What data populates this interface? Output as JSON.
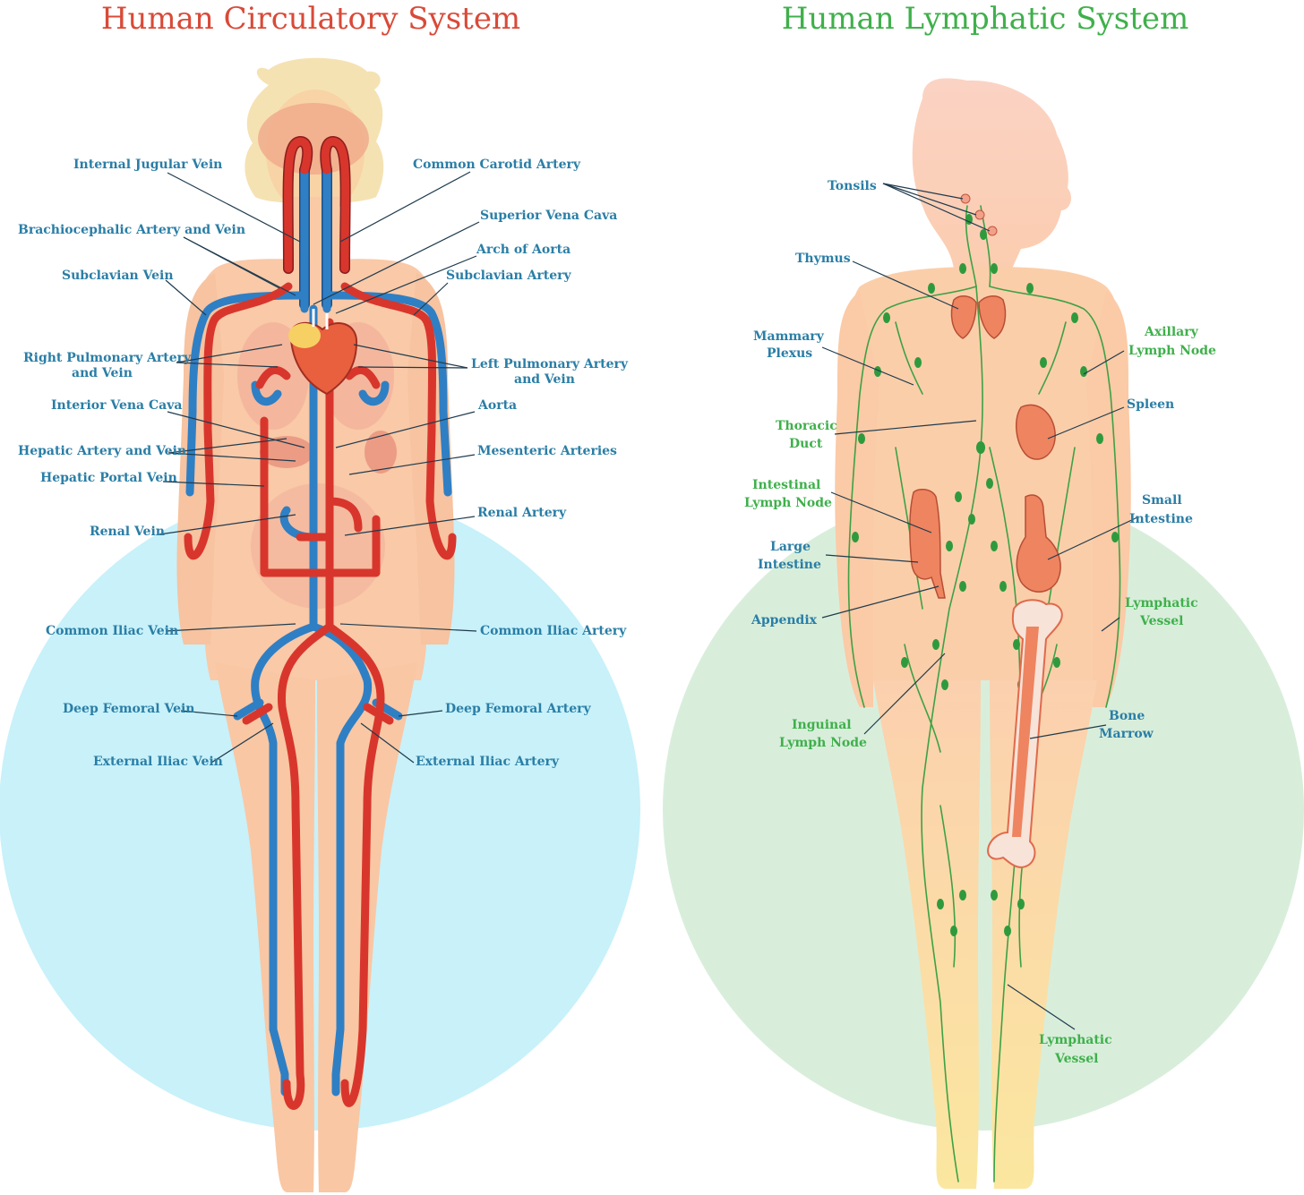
{
  "titles": {
    "circulatory": "Human Circulatory System",
    "lymphatic": "Human Lymphatic System"
  },
  "colors": {
    "circulatory_title": "#d94a38",
    "lymphatic_title": "#3fb04b",
    "label_blue": "#2a7ea6",
    "label_green": "#3fb04b",
    "vein": "#2f7fc4",
    "artery": "#d8362c",
    "lymph": "#3da145",
    "left_circle": "#c8f1fa",
    "right_circle": "#d8eedb",
    "skin": "#f9c9a8"
  },
  "circulatory_labels": {
    "internal_jugular_vein": "Internal Jugular Vein",
    "common_carotid_artery": "Common Carotid Artery",
    "brachiocephalic": "Brachiocephalic Artery and Vein",
    "superior_vena_cava": "Superior Vena Cava",
    "arch_of_aorta": "Arch of Aorta",
    "subclavian_vein": "Subclavian Vein",
    "subclavian_artery": "Subclavian Artery",
    "right_pulmonary_1": "Right Pulmonary Artery",
    "right_pulmonary_2": "and Vein",
    "left_pulmonary_1": "Left Pulmonary Artery",
    "left_pulmonary_2": "and Vein",
    "interior_vena_cava": "Interior Vena Cava",
    "aorta": "Aorta",
    "hepatic_artery_vein": "Hepatic Artery and Vein",
    "mesenteric_arteries": "Mesenteric Arteries",
    "hepatic_portal_vein": "Hepatic Portal Vein",
    "renal_vein": "Renal Vein",
    "renal_artery": "Renal Artery",
    "common_iliac_vein": "Common Iliac Vein",
    "common_iliac_artery": "Common Iliac Artery",
    "deep_femoral_vein": "Deep Femoral Vein",
    "deep_femoral_artery": "Deep Femoral Artery",
    "external_iliac_vein": "External Iliac Vein",
    "external_iliac_artery": "External Iliac Artery"
  },
  "lymphatic_labels": {
    "tonsils": "Tonsils",
    "thymus": "Thymus",
    "mammary_1": "Mammary",
    "mammary_2": "Plexus",
    "axillary_1": "Axillary",
    "axillary_2": "Lymph Node",
    "thoracic_1": "Thoracic",
    "thoracic_2": "Duct",
    "spleen": "Spleen",
    "intestinal_1": "Intestinal",
    "intestinal_2": "Lymph Node",
    "small_intestine_1": "Small",
    "small_intestine_2": "Intestine",
    "large_intestine_1": "Large",
    "large_intestine_2": "Intestine",
    "lymphatic_vessel_1a": "Lymphatic",
    "lymphatic_vessel_1b": "Vessel",
    "appendix": "Appendix",
    "bone_marrow_1": "Bone",
    "bone_marrow_2": "Marrow",
    "inguinal_1": "Inguinal",
    "inguinal_2": "Lymph Node",
    "lymphatic_vessel_2a": "Lymphatic",
    "lymphatic_vessel_2b": "Vessel"
  }
}
